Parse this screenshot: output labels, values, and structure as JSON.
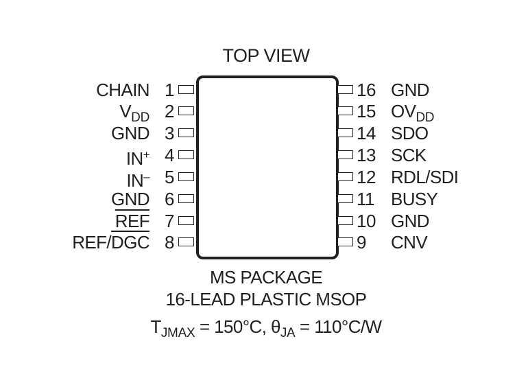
{
  "diagram": {
    "title": "TOP VIEW",
    "package_lines": [
      "MS PACKAGE",
      "16-LEAD PLASTIC MSOP"
    ],
    "thermal": {
      "tj_symbol": "T",
      "tj_sub": "JMAX",
      "tj_value": " = 150°C, ",
      "theta_symbol": "θ",
      "theta_sub": "JA",
      "theta_value": " = 110°C/W"
    },
    "left_pins": [
      {
        "num": "1",
        "name": "CHAIN"
      },
      {
        "num": "2",
        "name": "V",
        "sub": "DD"
      },
      {
        "num": "3",
        "name": "GND"
      },
      {
        "num": "4",
        "name": "IN",
        "sup": "+"
      },
      {
        "num": "5",
        "name": "IN",
        "sup": "–"
      },
      {
        "num": "6",
        "name": "GND"
      },
      {
        "num": "7",
        "name": "REF",
        "overline": true
      },
      {
        "num": "8",
        "name_a": "REF/",
        "name_b": "DGC",
        "overline_b": true
      }
    ],
    "right_pins": [
      {
        "num": "16",
        "name": "GND"
      },
      {
        "num": "15",
        "name": "OV",
        "sub": "DD"
      },
      {
        "num": "14",
        "name": "SDO"
      },
      {
        "num": "13",
        "name": "SCK"
      },
      {
        "num": "12",
        "name": "RDL/SDI"
      },
      {
        "num": "11",
        "name": "BUSY"
      },
      {
        "num": "10",
        "name": "GND"
      },
      {
        "num": "9",
        "name": "CNV"
      }
    ],
    "colors": {
      "ink": "#231f20",
      "background": "#ffffff"
    }
  }
}
